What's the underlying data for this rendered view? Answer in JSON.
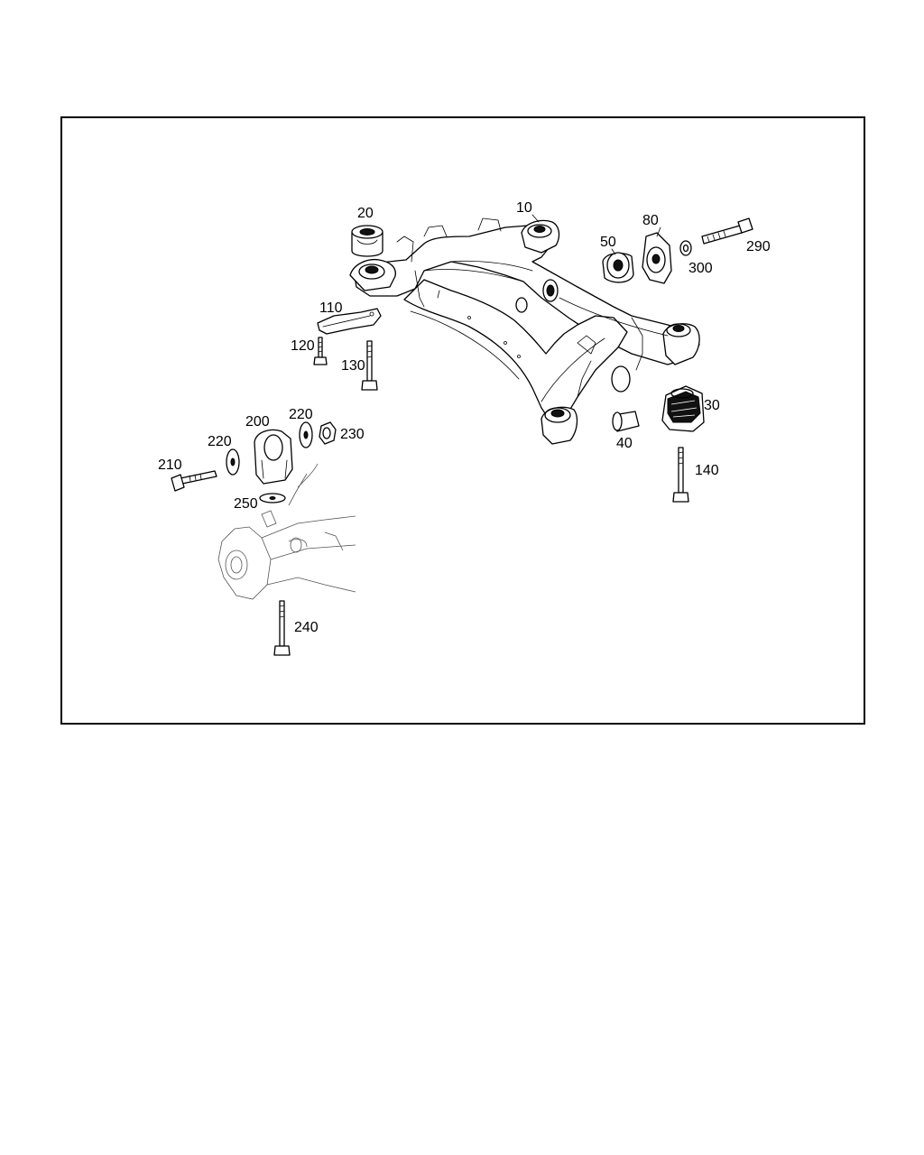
{
  "diagram": {
    "border_color": "#000000",
    "callouts": [
      {
        "id": "10",
        "label": "10"
      },
      {
        "id": "20",
        "label": "20"
      },
      {
        "id": "30",
        "label": "30"
      },
      {
        "id": "40",
        "label": "40"
      },
      {
        "id": "50",
        "label": "50"
      },
      {
        "id": "80",
        "label": "80"
      },
      {
        "id": "110",
        "label": "110"
      },
      {
        "id": "120",
        "label": "120"
      },
      {
        "id": "130",
        "label": "130"
      },
      {
        "id": "140",
        "label": "140"
      },
      {
        "id": "200",
        "label": "200"
      },
      {
        "id": "210",
        "label": "210"
      },
      {
        "id": "220a",
        "label": "220"
      },
      {
        "id": "220b",
        "label": "220"
      },
      {
        "id": "230",
        "label": "230"
      },
      {
        "id": "240",
        "label": "240"
      },
      {
        "id": "250",
        "label": "250"
      },
      {
        "id": "290",
        "label": "290"
      },
      {
        "id": "300",
        "label": "300"
      }
    ]
  }
}
